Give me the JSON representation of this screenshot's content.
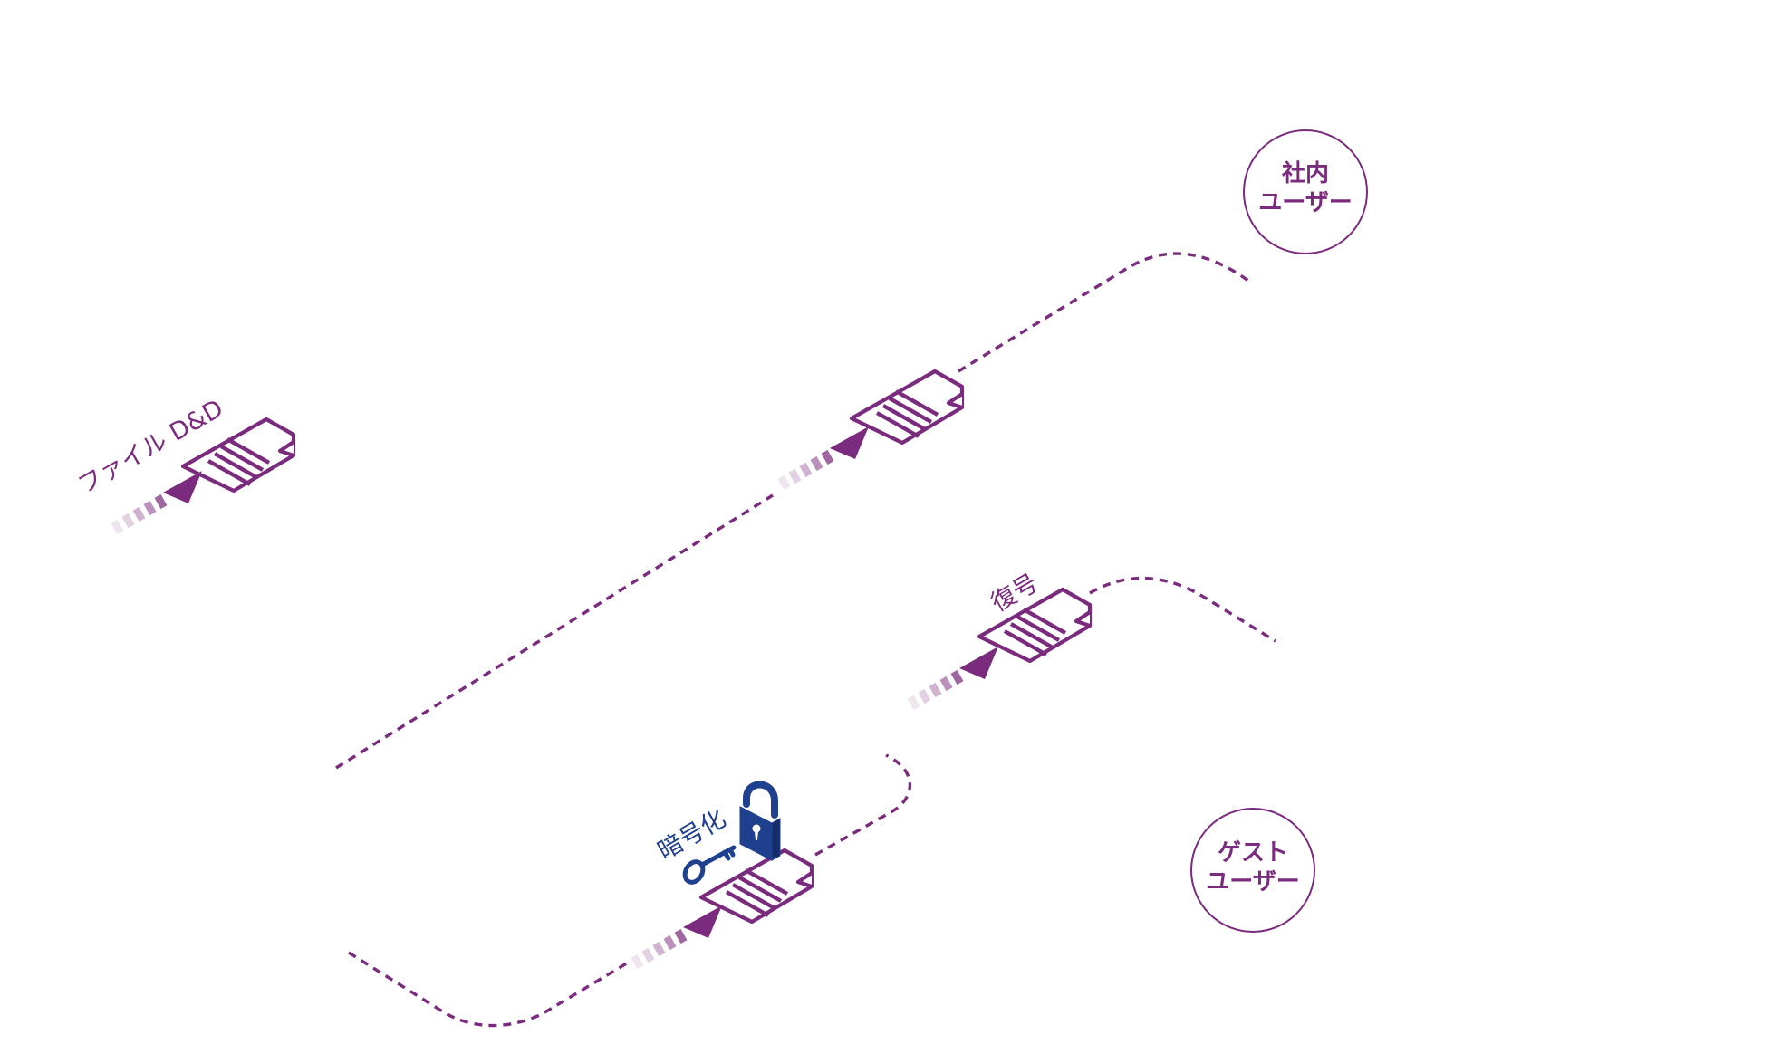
{
  "colors": {
    "primary": "#7a2b7e",
    "encryption": "#1f3f8f",
    "background": "#ffffff"
  },
  "labels": {
    "file_drop": "ファイル D&D",
    "decrypt": "復号",
    "encrypt": "暗号化"
  },
  "users": {
    "internal": [
      "社内",
      "ユーザー"
    ],
    "guest": [
      "ゲスト",
      "ユーザー"
    ]
  },
  "icons": {
    "document": "document-icon",
    "arrow": "arrow-up-right-icon",
    "lock": "padlock-icon",
    "key": "key-icon"
  }
}
